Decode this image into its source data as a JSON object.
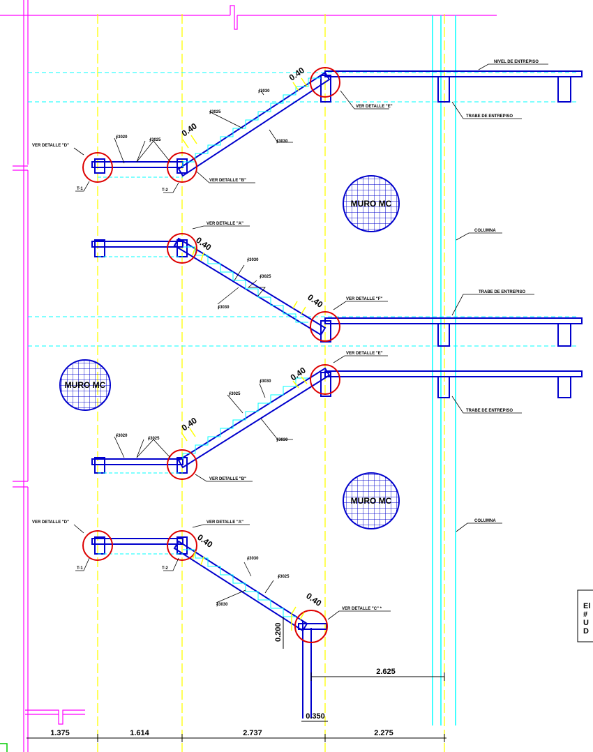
{
  "labels": {
    "nivel": "NIVEL DE ENTREPISO",
    "trabe": "TRABE DE ENTREPISO",
    "columna": "COLUMNA",
    "muro": "MURO MC",
    "detalle_a": "VER DETALLE \"A\"",
    "detalle_b": "VER DETALLE \"B\"",
    "detalle_c": "VER DETALLE \"C\" *",
    "detalle_d": "VER DETALLE \"D\"",
    "detalle_e": "VER DETALLE \"E\"",
    "detalle_f": "VER DETALLE \"F\"",
    "t1": "T-1",
    "t2": "T-2"
  },
  "bars": {
    "b3020": "∮3020",
    "b3025": "∮3025",
    "b3030": "∮3030"
  },
  "dims": {
    "d040": "0.40",
    "d0200": "0.200",
    "d2625": "2.625",
    "d0350": "0.350",
    "bottom": [
      "1.375",
      "1.614",
      "2.737",
      "2.275"
    ]
  },
  "note_lines": [
    "El",
    "#",
    "U",
    "D"
  ],
  "colors": {
    "magenta": "#ff00ff",
    "yellow": "#ffff00",
    "cyan": "#00ffff",
    "blue": "#0000cc",
    "red": "#dd0000",
    "green": "#00cc00"
  }
}
